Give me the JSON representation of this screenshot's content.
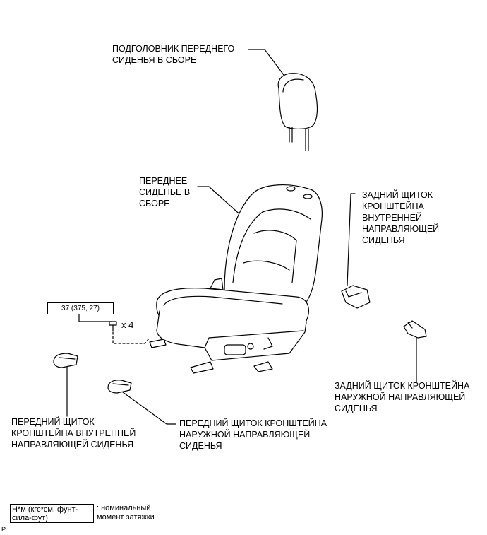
{
  "labels": {
    "headrest": "ПОДГОЛОВНИК ПЕРЕДНЕГО\nСИДЕНЬЯ В СБОРЕ",
    "front_seat": "ПЕРЕДНЕЕ\nСИДЕНЬЕ В\nСБОРЕ",
    "rear_inner_cover": "ЗАДНИЙ ЩИТОК\nКРОНШТЕЙНА\nВНУТРЕННЕЙ\nНАПРАВЛЯЮЩЕЙ\nСИДЕНЬЯ",
    "rear_outer_cover": "ЗАДНИЙ ЩИТОК КРОНШТЕЙНА\nНАРУЖНОЙ НАПРАВЛЯЮЩЕЙ\nСИДЕНЬЯ",
    "front_inner_cover": "ПЕРЕДНИЙ ЩИТОК\nКРОНШТЕЙНА ВНУТРЕННЕЙ\nНАПРАВЛЯЮЩЕЙ СИДЕНЬЯ",
    "front_outer_cover": "ПЕРЕДНИЙ ЩИТОК КРОНШТЕЙНА\nНАРУЖНОЙ НАПРАВЛЯЮЩЕЙ\nСИДЕНЬЯ"
  },
  "torque": "37 (375, 27)",
  "bolt_quantity": "x 4",
  "legend": {
    "units": "Н*м (кгс*см, фунт-\nсила-фут)",
    "description": ": номинальный\nмомент затяжки"
  },
  "figure_code": "P"
}
